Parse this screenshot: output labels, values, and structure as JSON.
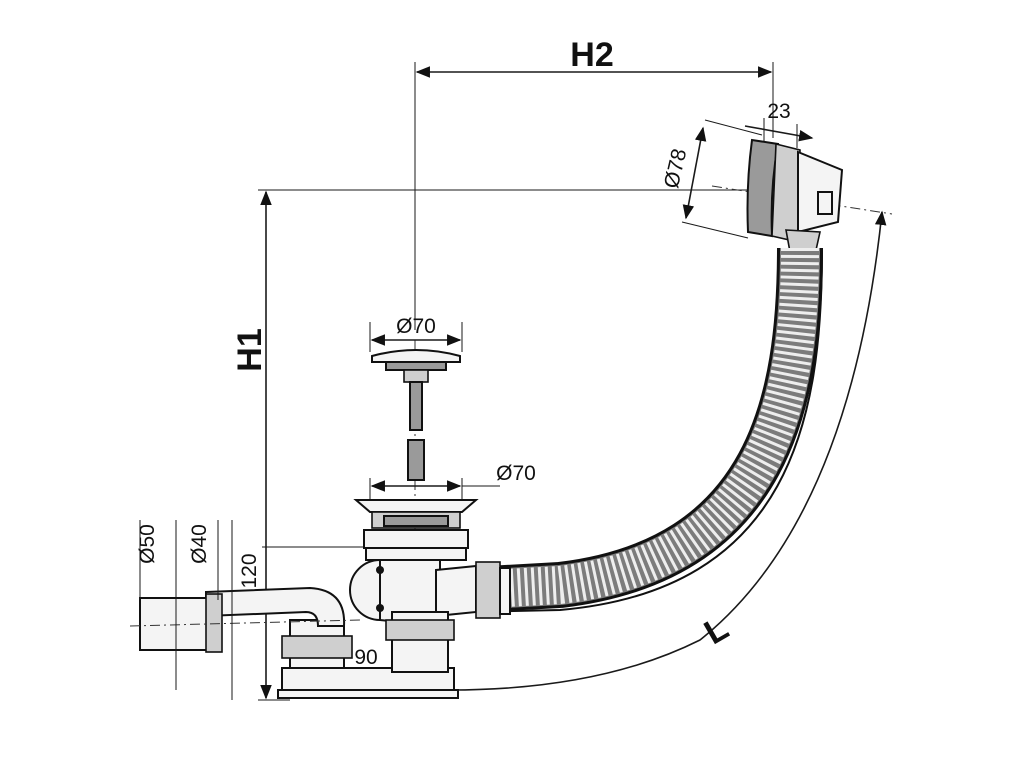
{
  "dimensions": {
    "h2": "H2",
    "h1": "H1",
    "l": "L",
    "d78": "Ø78",
    "d23": "23",
    "d70_top": "Ø70",
    "d70_mid": "Ø70",
    "d50": "Ø50",
    "d40": "Ø40",
    "d120": "120",
    "d90": "90"
  }
}
